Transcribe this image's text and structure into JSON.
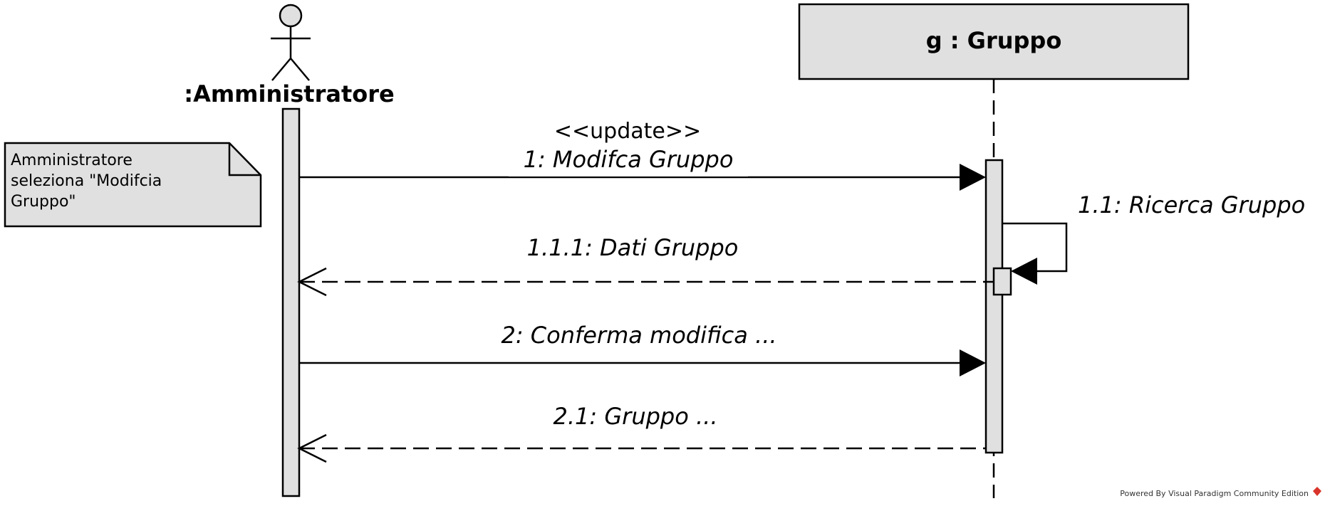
{
  "actor": {
    "name": ":Amministratore"
  },
  "object": {
    "name": "g : Gruppo"
  },
  "note": {
    "lines": [
      "Amministratore",
      "seleziona \"Modifcia",
      "Gruppo\""
    ]
  },
  "messages": [
    {
      "stereotype": "<<update>>",
      "label": "1: Modifca Gruppo"
    },
    {
      "label": "1.1: Ricerca Gruppo"
    },
    {
      "label": "1.1.1: Dati Gruppo"
    },
    {
      "label": "2: Conferma modifica ..."
    },
    {
      "label": "2.1: Gruppo ..."
    }
  ],
  "footer": {
    "text": "Powered By Visual Paradigm Community Edition"
  },
  "colors": {
    "box_fill": "#e0e0e0",
    "stroke": "#000000",
    "logo": "#d9342b"
  }
}
